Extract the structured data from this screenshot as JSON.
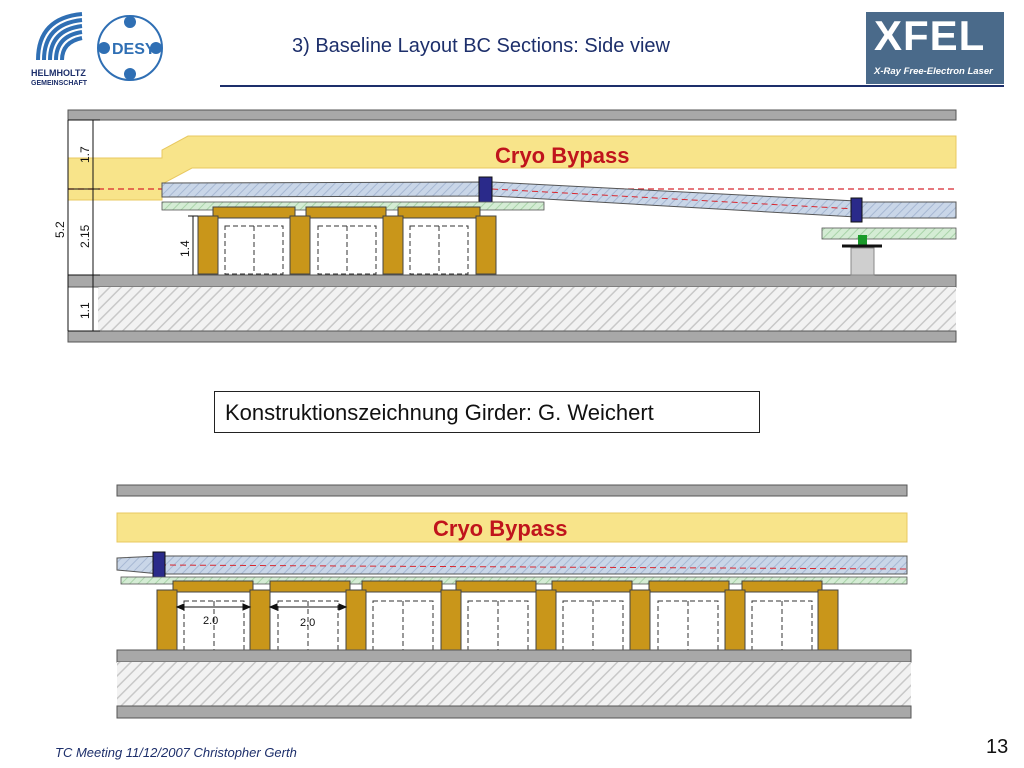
{
  "header": {
    "title": "3) Baseline Layout BC Sections: Side view",
    "logo_left_text_1": "HELMHOLTZ",
    "logo_left_text_2": "GEMEINSCHAFT",
    "logo_desy_text": "DESY",
    "logo_right_text": "XFEL",
    "logo_right_subtext": "X-Ray Free-Electron Laser"
  },
  "top_diagram": {
    "cryo_label": "Cryo Bypass",
    "dims": {
      "total": "5.2",
      "upper": "1.7",
      "middle": "2.15",
      "lower": "1.1",
      "girder_height": "1.4"
    }
  },
  "note": "Konstruktionszeichnung Girder: G. Weichert",
  "bottom_diagram": {
    "cryo_label": "Cryo Bypass",
    "dims": {
      "width_1": "2.0",
      "width_2": "2.0"
    }
  },
  "footer": {
    "text": "TC Meeting 11/12/2007 Christopher Gerth",
    "page_number": "13"
  },
  "colors": {
    "title_blue": "#1d2f6b",
    "cryo_yellow": "#f8e48a",
    "cryo_red": "#c0141c",
    "girder_gold": "#c9961a",
    "pipe_blue": "#c9d6e8",
    "slab_gray": "#a8a8a8",
    "flange_navy": "#2a2a8a"
  }
}
